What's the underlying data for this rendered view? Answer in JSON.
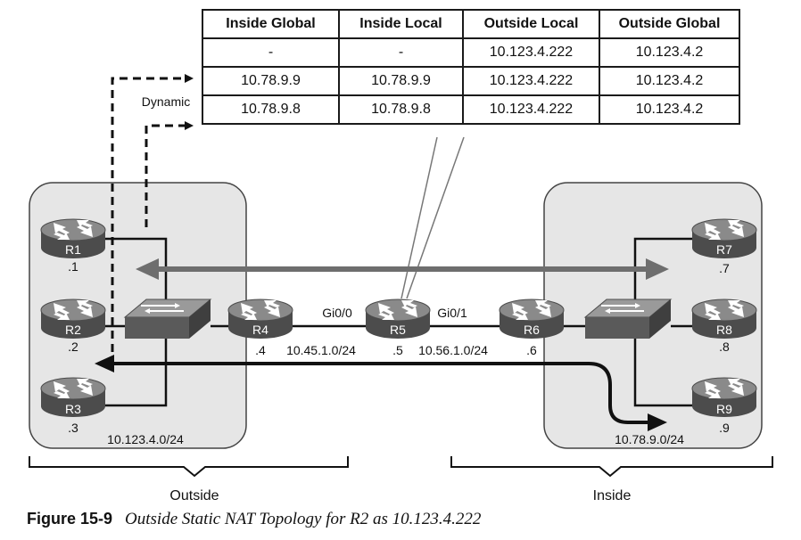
{
  "table": {
    "headers": [
      "Inside Global",
      "Inside Local",
      "Outside Local",
      "Outside Global"
    ],
    "rows": [
      [
        "-",
        "-",
        "10.123.4.222",
        "10.123.4.2"
      ],
      [
        "10.78.9.9",
        "10.78.9.9",
        "10.123.4.222",
        "10.123.4.2"
      ],
      [
        "10.78.9.8",
        "10.78.9.8",
        "10.123.4.222",
        "10.123.4.2"
      ]
    ]
  },
  "dynamic_label": "Dynamic",
  "routers": {
    "r1": {
      "name": "R1",
      "addr": ".1"
    },
    "r2": {
      "name": "R2",
      "addr": ".2"
    },
    "r3": {
      "name": "R3",
      "addr": ".3"
    },
    "r4": {
      "name": "R4",
      "addr": ".4"
    },
    "r5": {
      "name": "R5",
      "addr": ".5"
    },
    "r6": {
      "name": "R6",
      "addr": ".6"
    },
    "r7": {
      "name": "R7",
      "addr": ".7"
    },
    "r8": {
      "name": "R8",
      "addr": ".8"
    },
    "r9": {
      "name": "R9",
      "addr": ".9"
    }
  },
  "interfaces": {
    "r5_left": "Gi0/0",
    "r5_right": "Gi0/1"
  },
  "subnets": {
    "left_lan": "10.123.4.0/24",
    "r4_r5": "10.45.1.0/24",
    "r5_r6": "10.56.1.0/24",
    "right_lan": "10.78.9.0/24"
  },
  "zones": {
    "outside": "Outside",
    "inside": "Inside"
  },
  "caption": {
    "figure": "Figure 15-9",
    "title": "Outside Static NAT Topology for R2 as 10.123.4.222"
  },
  "colors": {
    "cloud_fill": "#e6e6e6",
    "router_dark": "#595959",
    "router_light": "#8a8a8a",
    "gray_arrow": "#6e6e6e",
    "line": "#111111"
  }
}
